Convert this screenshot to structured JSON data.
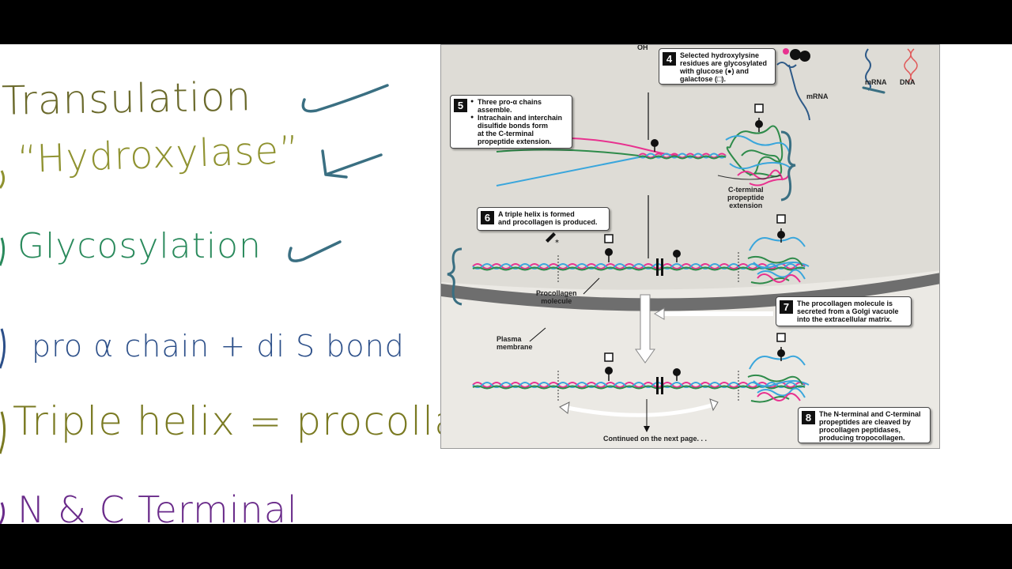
{
  "notes": [
    {
      "id": "n1",
      "text": "Transulation"
    },
    {
      "id": "n2",
      "text": "“Hydroxylase”"
    },
    {
      "id": "n3",
      "text": "Glycosylation"
    },
    {
      "id": "n4",
      "text": "pro α chain + di S bond"
    },
    {
      "id": "n5",
      "text": "Triple  helix = procollagen"
    },
    {
      "id": "n6",
      "text": "N & C Terminal"
    }
  ],
  "figure": {
    "step4": {
      "number": "4",
      "lines": [
        "Selected hydroxylysine",
        "residues are glycosylated",
        "with glucose (●) and",
        "galactose (□)."
      ]
    },
    "step5": {
      "number": "5",
      "lines": [
        "Three pro-α chains",
        "assemble.",
        "Intrachain and interchain",
        "disulfide bonds form",
        "at the C-terminal",
        "propeptide extension."
      ]
    },
    "step6": {
      "number": "6",
      "lines": [
        "A triple helix is formed",
        "and procollagen is produced."
      ]
    },
    "step7": {
      "number": "7",
      "lines": [
        "The procollagen molecule is",
        "secreted from a Golgi vacuole",
        "into the extracellular matrix."
      ]
    },
    "step8": {
      "number": "8",
      "lines": [
        "The N-terminal and C-terminal",
        "propeptides are cleaved by",
        "procollagen peptidases,",
        "producing tropocollagen."
      ]
    },
    "labels": {
      "oh": "OH",
      "mrna_a": "mRNA",
      "mrna_b": "mRNA",
      "dna": "DNA",
      "c_terminal_1": "C-terminal",
      "c_terminal_2": "propeptide",
      "c_terminal_3": "extension",
      "procollagen_1": "Procollagen",
      "procollagen_2": "molecule",
      "plasma_1": "Plasma",
      "plasma_2": "membrane",
      "continued": "Continued on the next page. . ."
    }
  },
  "colors": {
    "pink": "#e8318f",
    "green": "#2e8b4a",
    "blue": "#3aa6dc",
    "teal_ink": "#3a6f82"
  }
}
